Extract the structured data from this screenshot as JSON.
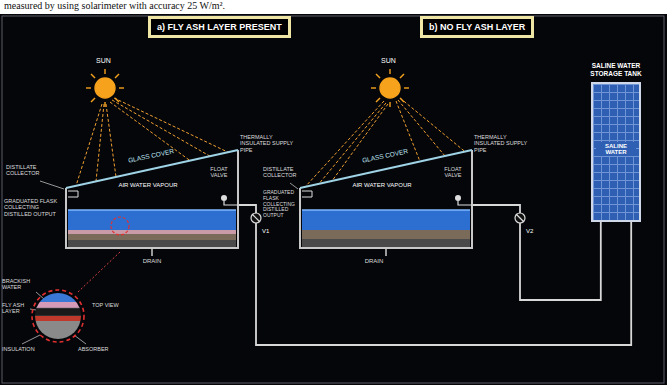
{
  "diagram": {
    "nodes": [
      {
        "text": [
          "a) FLY ASH LAYER PRESENT"
        ]
      },
      {
        "text": [
          "AIR WATER VAPOUR"
        ]
      },
      {
        "text": [
          "b) NO FLY ASH LAYER"
        ]
      },
      {
        "text": [
          "AIR WATER VAPOUR"
        ]
      },
      {
        "text": [
          "SALINE WATER STORAGE TANK",
          "SALINE WATER"
        ]
      }
    ],
    "edges": [
      {
        "from": 4,
        "to": 1,
        "arrow": "none"
      },
      {
        "from": 4,
        "to": 3,
        "arrow": "none"
      }
    ],
    "labels": [
      "measured by using solarimeter with accuracy 25 W/m².",
      "SUN",
      "GLASS COVER",
      "DISTILLATE COLLECTOR",
      "GRADUATED FLASK COLLECTING DISTILLED OUTPUT",
      "FLOAT VALVE",
      "THERMALLY INSULATED SUPPLY PIPE",
      "V1",
      "DRAIN",
      "BRACKISH WATER",
      "FLY ASH LAYER",
      "TOP VIEW",
      "INSULATION",
      "ABSORBER",
      "SUN",
      "GLASS COVER",
      "DISTILLATE COLLECTOR",
      "GRADUATED FLASK COLLECTING DISTILLED OUTPUT",
      "FLOAT VALVE",
      "THERMALLY INSULATED SUPPLY PIPE",
      "V2",
      "DRAIN"
    ]
  }
}
